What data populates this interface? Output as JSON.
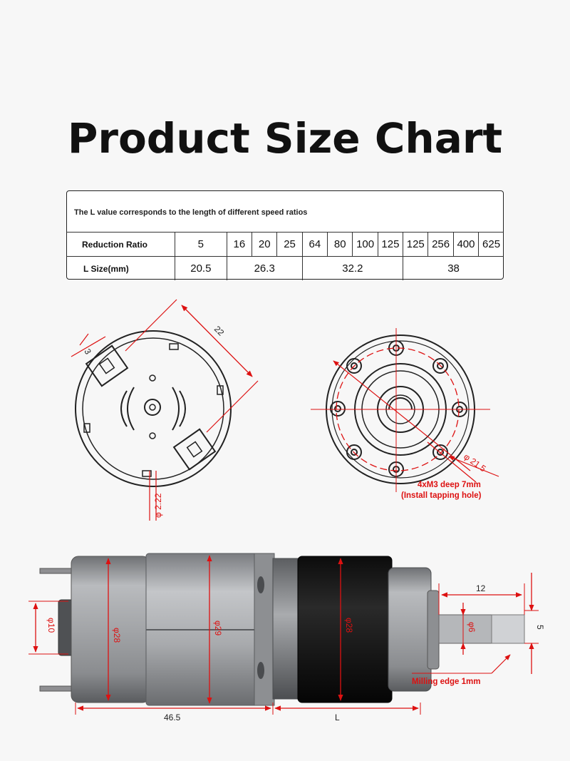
{
  "title": "Product Size Chart",
  "table": {
    "note": "The L value corresponds to the length of different speed ratios",
    "ratio_header": "Reduction Ratio",
    "ratios": [
      "5",
      "16",
      "20",
      "25",
      "64",
      "80",
      "100",
      "125",
      "125",
      "256",
      "400",
      "625"
    ],
    "length_header": "L Size(mm)",
    "lengths": [
      "20.5",
      "26.3",
      "32.2",
      "38"
    ]
  },
  "back_view": {
    "dim_width": "22",
    "dim_slot": "3",
    "dim_terminal": "φ 2.22"
  },
  "front_view": {
    "dim_pcd": "φ 21.5",
    "note_line1": "4xM3 deep 7mm",
    "note_line2": "(Install tapping hole)"
  },
  "side_view": {
    "dim_boss": "φ10",
    "dim_motor": "φ28",
    "dim_middle": "φ29",
    "dim_gearbox": "φ28",
    "dim_shaft": "φ6",
    "dim_shaft_len": "12",
    "dim_flat": "5",
    "dim_motor_len": "46.5",
    "dim_L": "L",
    "note_milling": "Milling edge 1mm"
  },
  "colors": {
    "dimension_red": "#dd1111",
    "gearbox_black": "#161616",
    "motor_silver": "#9b9da0"
  }
}
